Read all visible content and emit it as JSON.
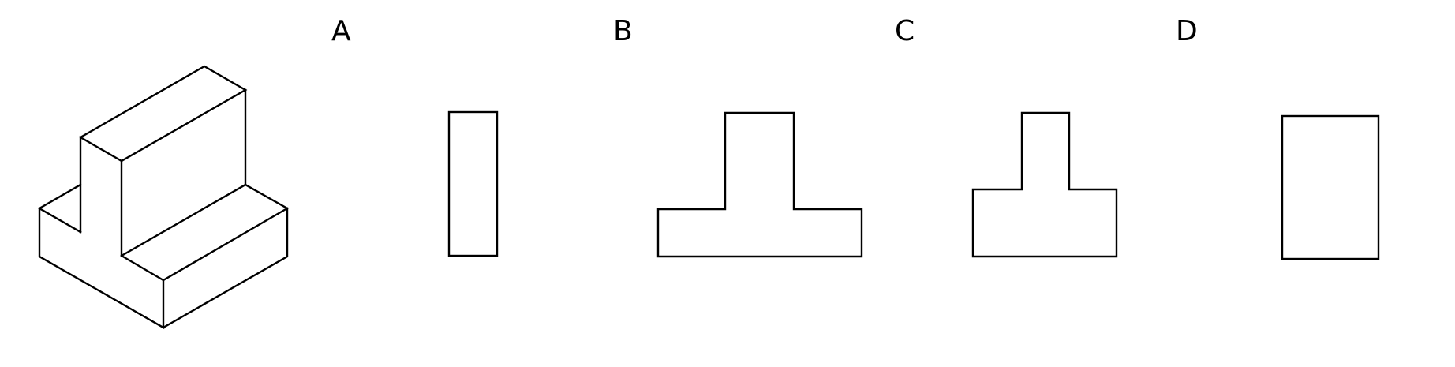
{
  "options": [
    {
      "key": "a",
      "label": "A"
    },
    {
      "key": "b",
      "label": "B"
    },
    {
      "key": "c",
      "label": "C"
    },
    {
      "key": "d",
      "label": "D"
    }
  ],
  "colors": {
    "stroke": "#000000",
    "background": "#ffffff"
  }
}
